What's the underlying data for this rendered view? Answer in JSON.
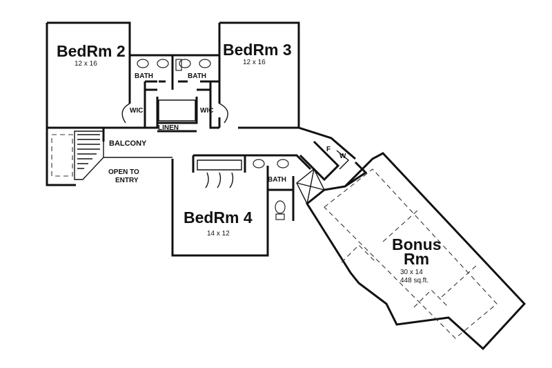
{
  "rooms": {
    "bedrm2": {
      "name": "BedRm 2",
      "dims": "12 x 16"
    },
    "bedrm3": {
      "name": "BedRm 3",
      "dims": "12 x 16"
    },
    "bedrm4": {
      "name": "BedRm 4",
      "dims": "14 x 12"
    },
    "bonus": {
      "name_line1": "Bonus",
      "name_line2": "Rm",
      "dims": "30 x 14",
      "area": "448 sq.ft."
    }
  },
  "spaces": {
    "bath_left": "BATH",
    "bath_right": "BATH",
    "bath_lower": "BATH",
    "wic_left": "WIC",
    "wic_right": "WIC",
    "linen": "LINEN",
    "balcony": "BALCONY",
    "open_line1": "OPEN TO",
    "open_line2": "ENTRY",
    "furnace": "F",
    "water_heater": "W"
  }
}
